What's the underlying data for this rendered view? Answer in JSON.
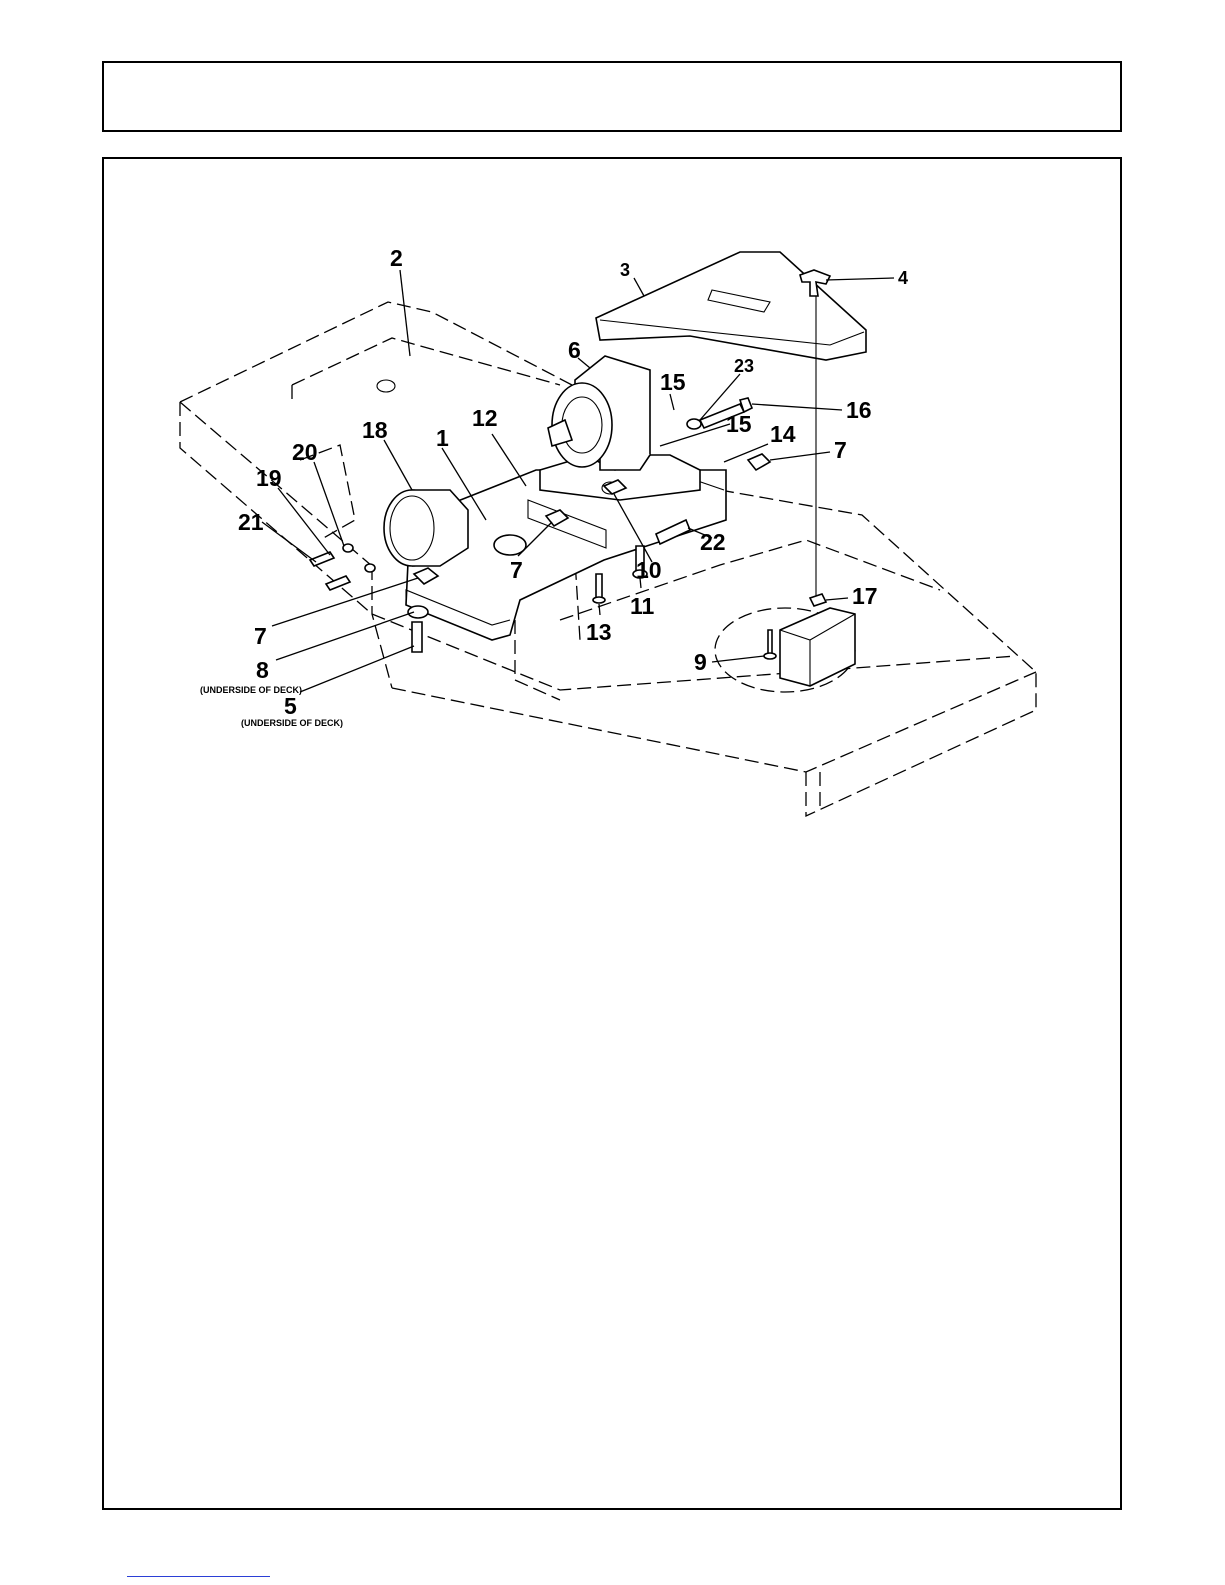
{
  "title_box": {
    "text": ""
  },
  "callouts": [
    {
      "id": "c2",
      "text": "2"
    },
    {
      "id": "c3",
      "text": "3"
    },
    {
      "id": "c4",
      "text": "4"
    },
    {
      "id": "c6",
      "text": "6"
    },
    {
      "id": "c23",
      "text": "23"
    },
    {
      "id": "c15a",
      "text": "15"
    },
    {
      "id": "c16",
      "text": "16"
    },
    {
      "id": "c15b",
      "text": "15"
    },
    {
      "id": "c14",
      "text": "14"
    },
    {
      "id": "c7a",
      "text": "7"
    },
    {
      "id": "c18",
      "text": "18"
    },
    {
      "id": "c1",
      "text": "1"
    },
    {
      "id": "c12",
      "text": "12"
    },
    {
      "id": "c20",
      "text": "20"
    },
    {
      "id": "c19",
      "text": "19"
    },
    {
      "id": "c21",
      "text": "21"
    },
    {
      "id": "c22",
      "text": "22"
    },
    {
      "id": "c10",
      "text": "10"
    },
    {
      "id": "c7b",
      "text": "7"
    },
    {
      "id": "c11",
      "text": "11"
    },
    {
      "id": "c13",
      "text": "13"
    },
    {
      "id": "c17",
      "text": "17"
    },
    {
      "id": "c9",
      "text": "9"
    },
    {
      "id": "c7c",
      "text": "7"
    },
    {
      "id": "c8",
      "text": "8"
    },
    {
      "id": "c5",
      "text": "5"
    }
  ],
  "notes": {
    "underside_8": "(UNDERSIDE OF DECK)",
    "underside_5": "(UNDERSIDE OF DECK)"
  },
  "colors": {
    "line": "#000000",
    "background": "#ffffff",
    "footer_link": "#2b3fd6"
  }
}
